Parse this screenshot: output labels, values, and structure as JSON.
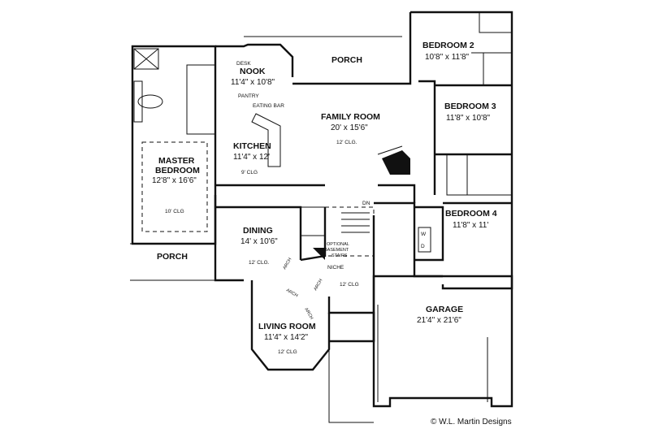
{
  "rooms": {
    "bedroom2": {
      "name": "BEDROOM 2",
      "dims": "10'8\" x 11'8\""
    },
    "bedroom3": {
      "name": "BEDROOM 3",
      "dims": "11'8\" x 10'8\""
    },
    "bedroom4": {
      "name": "BEDROOM 4",
      "dims": "11'8\" x 11'"
    },
    "nook": {
      "name": "NOOK",
      "dims": "11'4\" x 10'8\""
    },
    "porch_top": {
      "name": "PORCH"
    },
    "family": {
      "name": "FAMILY ROOM",
      "dims": "20' x 15'6\"",
      "ceiling": "12' CLG."
    },
    "kitchen": {
      "name": "KITCHEN",
      "dims": "11'4\" x 12'",
      "ceiling": "9' CLG"
    },
    "master": {
      "name_line1": "MASTER",
      "name_line2": "BEDROOM",
      "dims": "12'8\" x 16'6\"",
      "ceiling": "10' CLG"
    },
    "dining": {
      "name": "DINING",
      "dims": "14' x 10'6\"",
      "ceiling": "12' CLG."
    },
    "porch_left": {
      "name": "PORCH"
    },
    "living": {
      "name": "LIVING ROOM",
      "dims": "11'4\" x 14'2\"",
      "ceiling": "12' CLG"
    },
    "garage": {
      "name": "GARAGE",
      "dims": "21'4\" x 21'6\""
    },
    "hall": {
      "ceiling": "12' CLG"
    }
  },
  "labels": {
    "desk": "DESK",
    "pantry": "PANTRY",
    "eating_bar": "EATING BAR",
    "dn": "DN",
    "optional_line1": "OPTIONAL",
    "optional_line2": "BASEMENT",
    "optional_line3": "STAIRS",
    "niche": "NICHE",
    "arch": "ARCH",
    "washer": "W",
    "dryer": "D"
  },
  "copyright": "© W.L. Martin Designs"
}
